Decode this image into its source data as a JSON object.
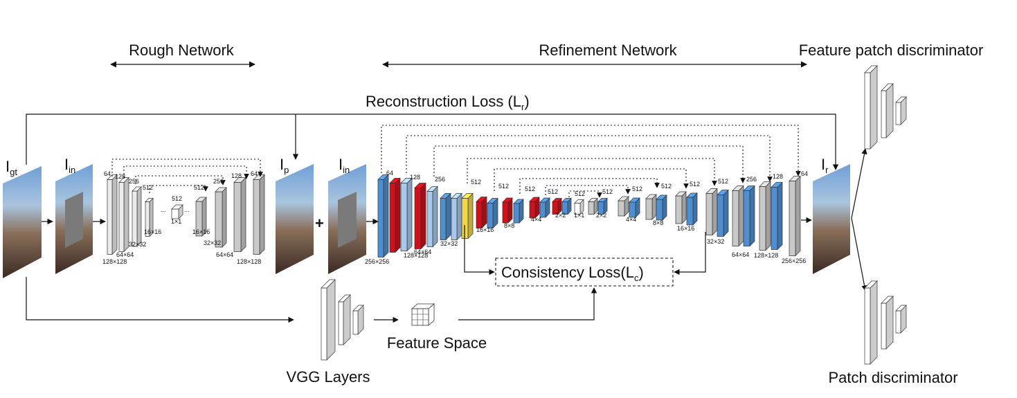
{
  "titles": {
    "rough_network": "Rough Network",
    "refinement_network": "Refinement Network",
    "feature_patch_discriminator": "Feature patch discriminator",
    "reconstruction_loss": "Reconstruction Loss (L",
    "reconstruction_loss_sub": "r",
    "consistency_loss": "Consistency Loss(L",
    "consistency_loss_sub": "c",
    "feature_space": "Feature Space",
    "vgg_layers": "VGG Layers",
    "patch_discriminator": "Patch discriminator",
    "plus_sign": "+",
    "close_paren": ")"
  },
  "images": {
    "i_gt": {
      "main": "I",
      "sub": "gt"
    },
    "i_in": {
      "main": "I",
      "sub": "in"
    },
    "i_p": {
      "main": "I",
      "sub": "p"
    },
    "i_in2": {
      "main": "I",
      "sub": "in"
    },
    "i_r": {
      "main": "I",
      "sub": "r"
    }
  },
  "rough_labels": {
    "ch_64a": "64",
    "ch_128a": "128",
    "ch_256a": "256",
    "ch_512a": "512",
    "ch_512b": "512",
    "ch_512c": "512",
    "ch_256b": "256",
    "ch_128b": "128",
    "ch_64b": "64",
    "res_128a": "128×128",
    "res_64a": "64×64",
    "res_32a": "32×32",
    "res_16a": "16×16",
    "res_1": "1×1",
    "res_16b": "16×16",
    "res_32b": "32×32",
    "res_64b": "64×64",
    "res_128b": "128×128",
    "dots": "..."
  },
  "refine_labels": {
    "c64a": "64",
    "c128a": "128",
    "c256a": "256",
    "c512a": "512",
    "c512b": "512",
    "c512c": "512",
    "c512d": "512",
    "c512e": "512",
    "c512f": "512",
    "c512g": "512",
    "c512h": "512",
    "c512i": "512",
    "c512j": "512",
    "c512k": "512",
    "c256b": "256",
    "c128b": "128",
    "c64b": "64",
    "r256a": "256×256",
    "r128a": "128×128",
    "r64a": "64×64",
    "r32a": "32×32",
    "r16a": "16×16",
    "r8a": "8×8",
    "r4a": "4×4",
    "r2a": "2×2",
    "r1": "1×1",
    "r2b": "2×2",
    "r4b": "4×4",
    "r8b": "8×8",
    "r16b": "16×16",
    "r32b": "32×32",
    "r64b": "64×64",
    "r128b": "128×128",
    "r256b": "256×256"
  },
  "colors": {
    "blue": "#4f8fd0",
    "light_blue": "#a6c9ec",
    "red": "#d0101a",
    "pink": "#f2b8c0",
    "yellow": "#f3d64a",
    "gray": "#c9c9c9",
    "light_gray": "#ececec"
  }
}
